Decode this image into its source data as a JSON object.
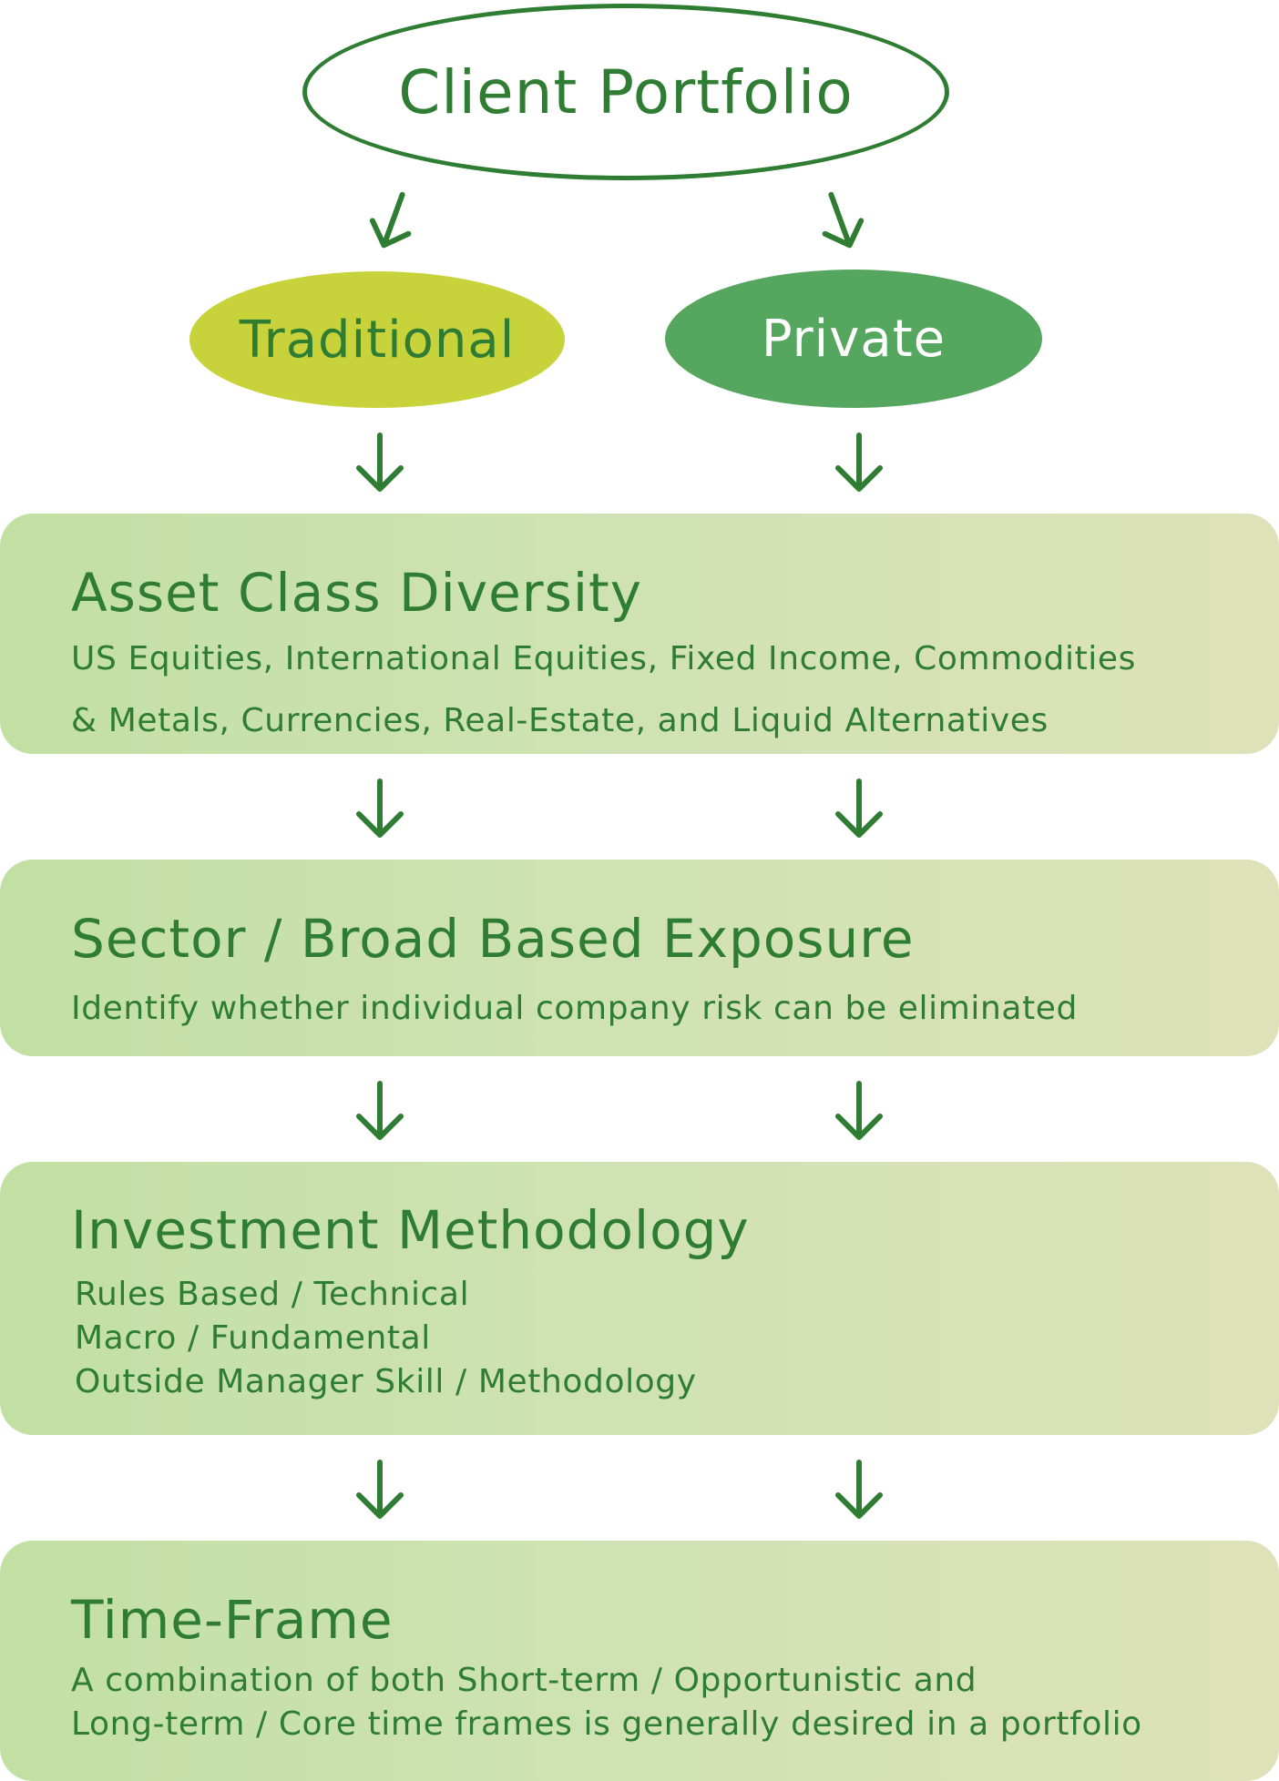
{
  "top": {
    "label": "Client Portfolio"
  },
  "branches": {
    "traditional": "Traditional",
    "private": "Private"
  },
  "steps": [
    {
      "title": "Asset Class Diversity",
      "lines": [
        "US Equities, International Equities, Fixed Income, Commodities",
        "& Metals, Currencies, Real-Estate, and Liquid Alternatives"
      ]
    },
    {
      "title": "Sector / Broad Based Exposure",
      "lines": [
        "Identify whether individual company risk can be eliminated"
      ]
    },
    {
      "title": "Investment Methodology",
      "lines": [
        "Rules Based / Technical",
        "Macro / Fundamental",
        "Outside Manager Skill / Methodology"
      ]
    },
    {
      "title": "Time-Frame",
      "lines": [
        "A combination of both Short-term / Opportunistic and",
        "Long-term / Core time frames is generally desired in a portfolio"
      ]
    }
  ],
  "colors": {
    "primary_green": "#2f7d32",
    "traditional_fill": "#c8d33b",
    "private_fill": "#55a65e",
    "box_gradient_start": "#c2e0a4",
    "box_gradient_end": "#dee2b8"
  },
  "icons": {
    "connector": "arrow-down-icon"
  }
}
